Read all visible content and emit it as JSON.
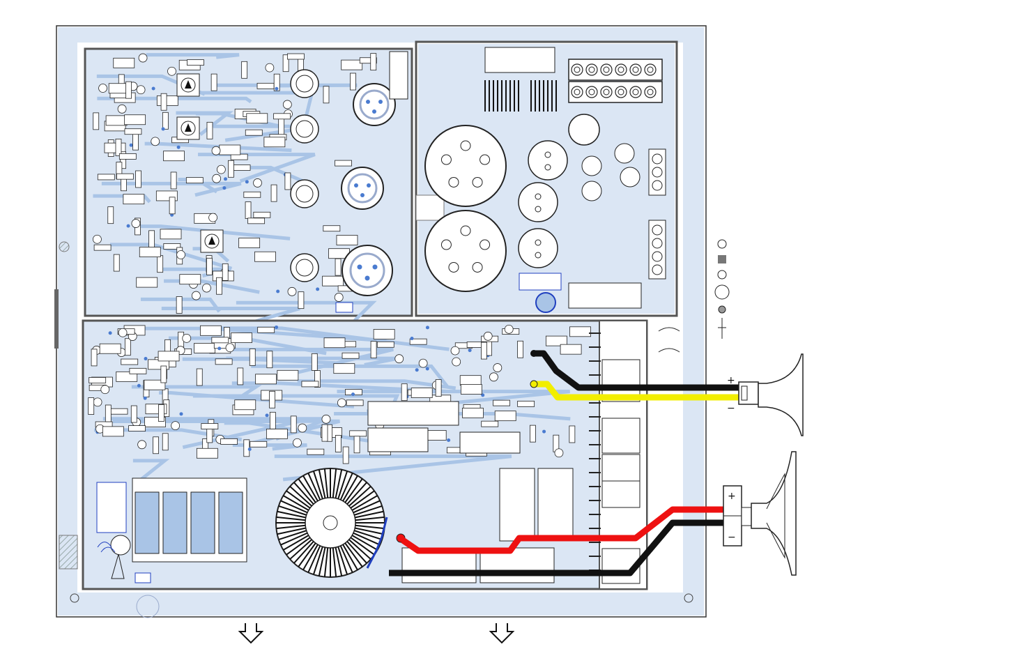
{
  "diagram": {
    "type": "pcb-assembly-layout",
    "colors": {
      "board_fill": "#dbe6f4",
      "trace": "#a9c4e6",
      "pad": "#ffffff",
      "outline": "#222222",
      "separator": "#888888",
      "wire_black": "#111111",
      "wire_yellow": "#f2ee00",
      "wire_red": "#ee1111",
      "accent_blue": "#1f3fbf"
    },
    "speakers": [
      {
        "id": "upper-horn",
        "polarity": [
          "+",
          "−"
        ]
      },
      {
        "id": "lower-horn",
        "polarity": [
          "+",
          "−"
        ]
      }
    ],
    "wires": [
      "black",
      "yellow",
      "red",
      "black"
    ],
    "arrows": [
      "down",
      "down"
    ],
    "boards": [
      "input-preamp-board",
      "power-supply-board",
      "amplifier-board"
    ]
  }
}
